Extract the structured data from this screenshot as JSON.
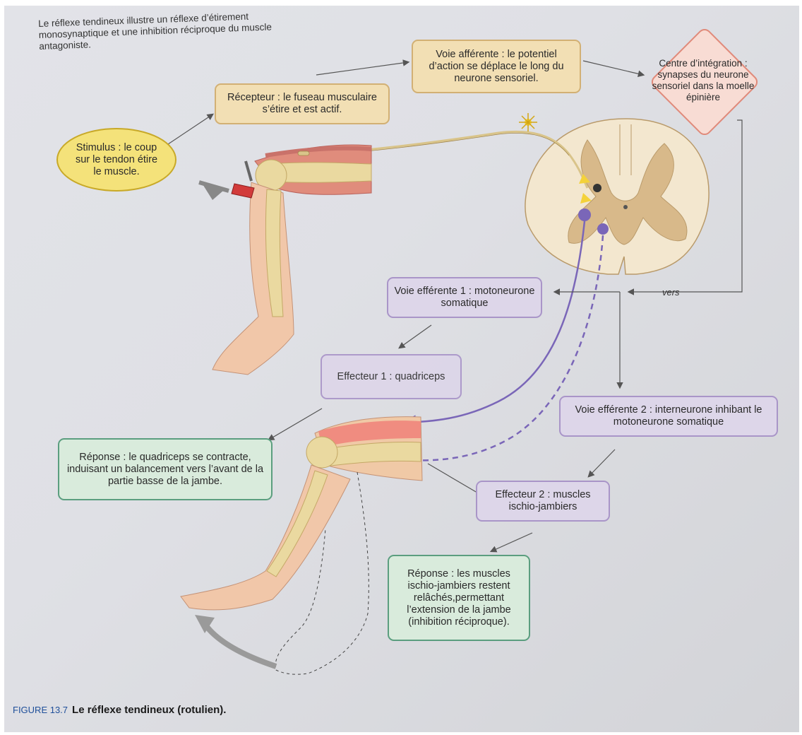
{
  "intro": "Le réflexe tendineux illustre un réflexe d’étirement monosynaptique et une inhibition réciproque du muscle antagoniste.",
  "boxes": {
    "stimulus": "Stimulus : le coup sur le tendon étire le muscle.",
    "recepteur": "Récepteur : le fuseau musculaire s’étire et est actif.",
    "voie_afferente": "Voie afférente : le potentiel d’action se déplace le long du neurone sensoriel.",
    "centre": "Centre d’intégration : synapses du neurone sensoriel dans la moelle épinière",
    "voie_efferente_1": "Voie efférente 1 : motoneurone somatique",
    "effecteur_1": "Effecteur 1 : quadriceps",
    "voie_efferente_2": "Voie efférente 2 : interneurone inhibant le motoneurone somatique",
    "reponse_1": "Réponse : le quadriceps se contracte, induisant un balancement vers l’avant de la partie basse de la jambe.",
    "effecteur_2": "Effecteur 2 : muscles ischio-jambiers",
    "reponse_2": "Réponse : les muscles ischio-jambiers restent relâchés,permettant l’extension de la jambe (inhibition réciproque)."
  },
  "vers_label": "vers",
  "figure": {
    "number": "FIGURE 13.7",
    "title": "Le réflexe tendineux (rotulien)."
  },
  "colors": {
    "tan_box": "#f2dfb4",
    "lavender_box": "#ddd6e9",
    "teal_box": "#d9ebdc",
    "stimulus_ellipse": "#f4e27a",
    "diamond": "#f8dcd4",
    "muscle": "#e08c7c",
    "bone": "#ead9a0",
    "spinal_cord": "#f3e7cf",
    "grey_matter": "#d8b98a",
    "neuron_purple": "#7a66b8"
  }
}
